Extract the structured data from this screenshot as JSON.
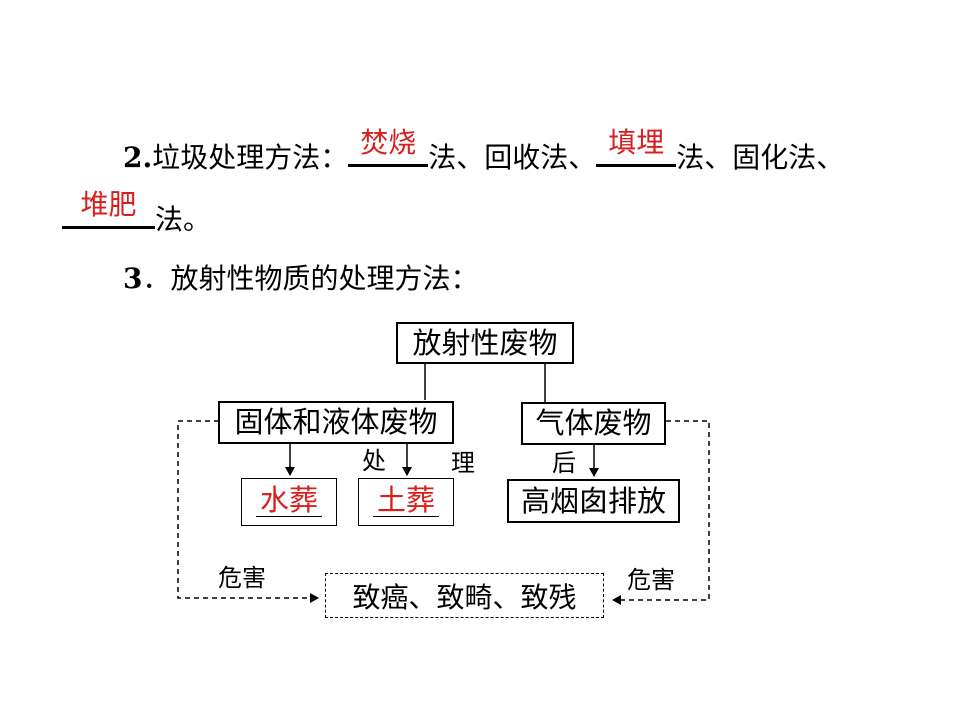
{
  "line2": {
    "number": "2.",
    "intro": "垃圾处理方法：",
    "blank1": "焚烧",
    "mid1": "法、回收法、",
    "blank2": "填埋",
    "mid2": "法、固化法、",
    "blank3": "堆肥",
    "end": "法。"
  },
  "line3": {
    "number": "3",
    "dot": "．",
    "text": "放射性物质的处理方法："
  },
  "diagram": {
    "root": "放射性废物",
    "solid_liquid": "固体和液体废物",
    "gas": "气体废物",
    "answer1": "水葬",
    "answer2": "土葬",
    "treat_char1": "处",
    "treat_char2": "理",
    "after_char": "后",
    "chimney": "高烟囱排放",
    "harm_left": "危害",
    "harm_right": "危害",
    "result": "致癌、致畸、致残"
  },
  "colors": {
    "answer_red": "#d81e1e"
  }
}
